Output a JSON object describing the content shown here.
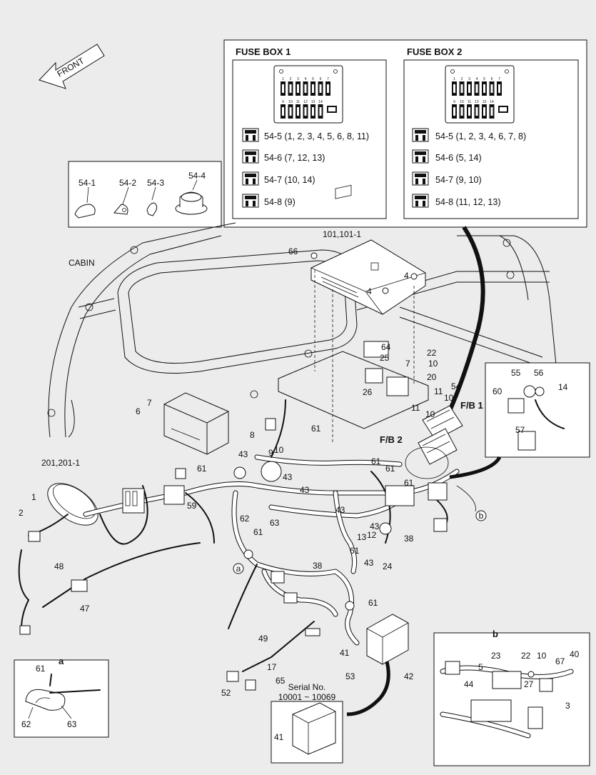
{
  "front_label": "FRONT",
  "cabin_label": "CABIN",
  "fuse_box_1": {
    "title": "FUSE BOX 1",
    "rows": [
      "54-5 (1, 2, 3, 4, 5, 6, 8, 11)",
      "54-6 (7, 12, 13)",
      "54-7 (10, 14)",
      "54-8 (9)"
    ]
  },
  "fuse_box_2": {
    "title": "FUSE BOX 2",
    "rows": [
      "54-5 (1, 2, 3, 4, 6, 7, 8)",
      "54-6 (5, 14)",
      "54-7 (9, 10)",
      "54-8 (11, 12, 13)"
    ]
  },
  "fuse_numbers_top": [
    "1",
    "2",
    "3",
    "4",
    "5",
    "6",
    "7"
  ],
  "fuse_numbers_bottom": [
    "9",
    "10",
    "11",
    "12",
    "13",
    "14"
  ],
  "clip_kit": {
    "labels": [
      "54-1",
      "54-2",
      "54-3",
      "54-4"
    ]
  },
  "detail_a": {
    "title": "a",
    "labels": [
      "61",
      "62",
      "63"
    ]
  },
  "detail_b": {
    "title": "b",
    "labels": [
      "23",
      "5",
      "44",
      "27",
      "22",
      "10",
      "67",
      "40",
      "3"
    ]
  },
  "detail_fb": {
    "labels": [
      "55",
      "56",
      "14",
      "60",
      "57"
    ]
  },
  "serial": {
    "line1": "Serial No.",
    "line2": "10001 ~ 10069",
    "label": "41"
  },
  "fb_labels": [
    "F/B 1",
    "F/B 2"
  ],
  "callouts": [
    "101,101-1",
    "66",
    "4",
    "4",
    "64",
    "25",
    "22",
    "10",
    "7",
    "20",
    "26",
    "54",
    "11",
    "10",
    "11",
    "10",
    "7",
    "6",
    "201,201-1",
    "1",
    "2",
    "61",
    "8",
    "43",
    "10",
    "9",
    "61",
    "61",
    "61",
    "61",
    "59",
    "43",
    "43",
    "43",
    "62",
    "63",
    "61",
    "61",
    "43",
    "13",
    "12",
    "38",
    "24",
    "43",
    "38",
    "48",
    "47",
    "61",
    "49",
    "17",
    "65",
    "52",
    "41",
    "53",
    "42"
  ],
  "circle_refs": [
    "a",
    "b"
  ]
}
